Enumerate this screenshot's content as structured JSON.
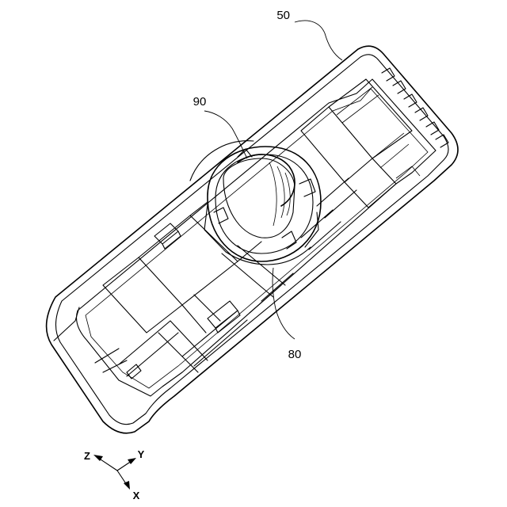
{
  "labels": {
    "housing": "50",
    "inner_part": "90",
    "ring_part": "80"
  },
  "axes": {
    "z": "Z",
    "y": "Y",
    "x": "X"
  }
}
